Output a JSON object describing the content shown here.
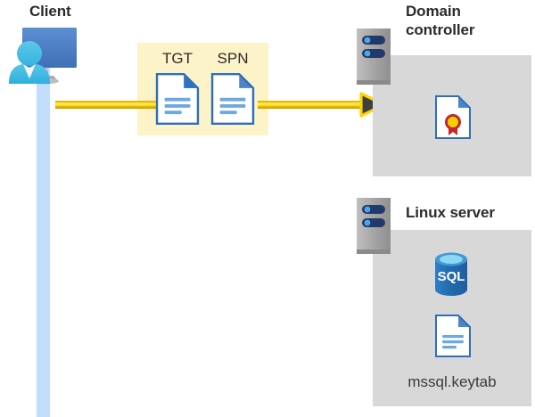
{
  "diagram": {
    "title_client": "Client",
    "title_domain_controller": "Domain\ncontroller",
    "title_linux_server": "Linux server",
    "tokens": [
      {
        "label": "TGT",
        "icon": "document-icon"
      },
      {
        "label": "SPN",
        "icon": "document-icon"
      }
    ],
    "domain_controller": {
      "icons": [
        {
          "name": "certificate-document-icon"
        }
      ]
    },
    "linux_server": {
      "icons": [
        {
          "name": "sql-database-icon",
          "label": "SQL"
        },
        {
          "name": "keytab-document-icon",
          "label": ""
        }
      ],
      "file_label": "mssql.keytab"
    },
    "flow": {
      "direction": "client-to-domain-controller",
      "arrow_name": "flow-arrow"
    },
    "colors": {
      "highlight_box": "#fdf3c8",
      "panel_gray": "#d8d8d8",
      "lifeline_blue": "#c3ddfc",
      "flow_yellow": "#ffd400",
      "doc_blue": "#3a7fd5",
      "sql_blue": "#2876bd",
      "server_gray": "#a6a6a6",
      "server_navy": "#223a6b",
      "cert_gold": "#f5cf00",
      "cert_red": "#c1272d",
      "text_dark": "#2b2b2b"
    }
  }
}
